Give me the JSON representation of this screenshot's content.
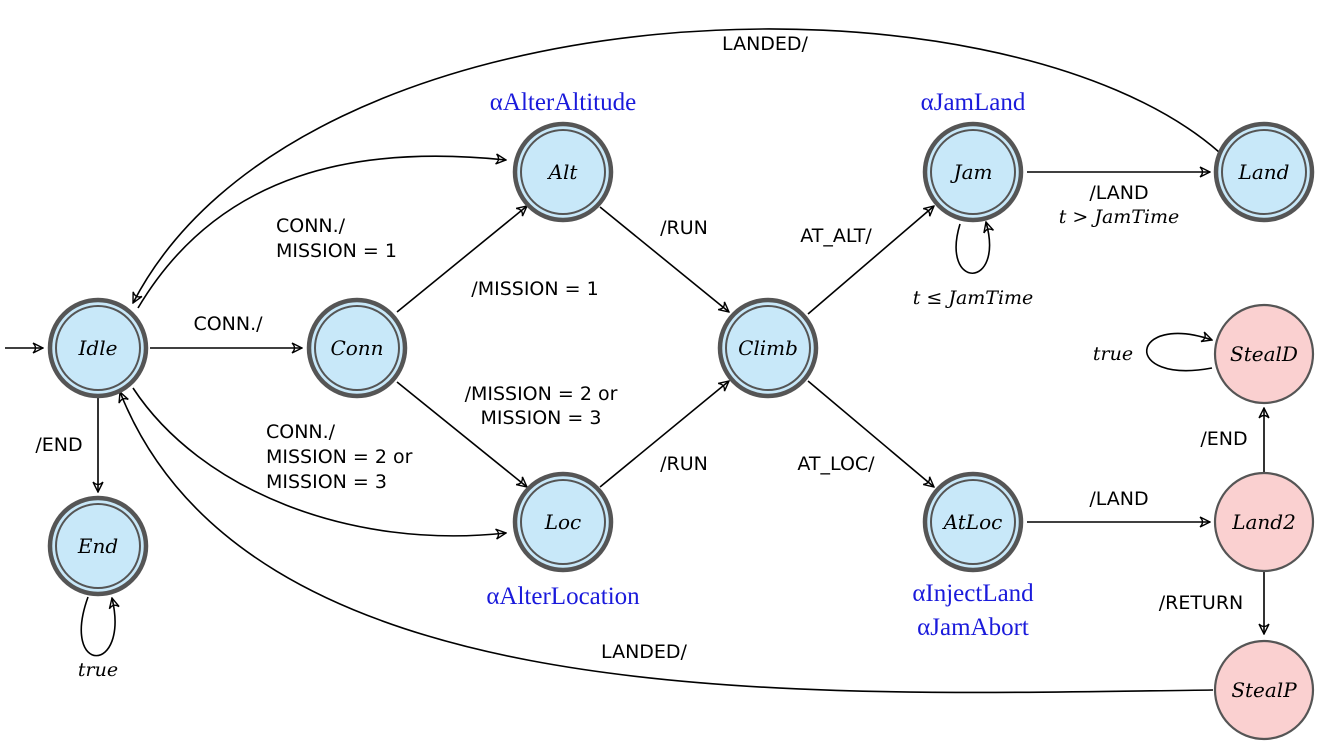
{
  "colors": {
    "normal_fill": "#c8e8f9",
    "attack_fill": "#fad0d0",
    "stroke": "#555555",
    "action_text": "#1a1adb"
  },
  "states": {
    "idle": "Idle",
    "conn": "Conn",
    "alt": "Alt",
    "loc": "Loc",
    "climb": "Climb",
    "jam": "Jam",
    "land": "Land",
    "atloc": "AtLoc",
    "end": "End",
    "steald": "StealD",
    "land2": "Land2",
    "stealp": "StealP"
  },
  "actions": {
    "alter_altitude": "αAlterAltitude",
    "jam_land": "αJamLand",
    "alter_location": "αAlterLocation",
    "inject_land": "αInjectLand",
    "jam_abort": "αJamAbort"
  },
  "edges": {
    "landed_top": "LANDED/",
    "conn_mission1_a": "CONN./",
    "conn_mission1_b": "MISSION = 1",
    "idle_conn": "CONN./",
    "mission1": "/MISSION  =  1",
    "mission23_a": "/MISSION  =  2 or",
    "mission23_b": "MISSION  =  3",
    "alt_run": "/RUN",
    "loc_run": "/RUN",
    "at_alt": "AT_ALT/",
    "at_loc": "AT_LOC/",
    "jam_land_a": "/LAND",
    "jam_land_b": "t > JamTime",
    "jam_self": "t ≤ JamTime",
    "idle_end": "/END",
    "conn_mission23_a": "CONN./",
    "conn_mission23_b": "MISSION = 2 or",
    "conn_mission23_c": "MISSION = 3",
    "end_self": "true",
    "atloc_land": "/LAND",
    "land2_end": "/END",
    "land2_return": "/RETURN",
    "steald_self": "true",
    "landed_bottom": "LANDED/"
  }
}
